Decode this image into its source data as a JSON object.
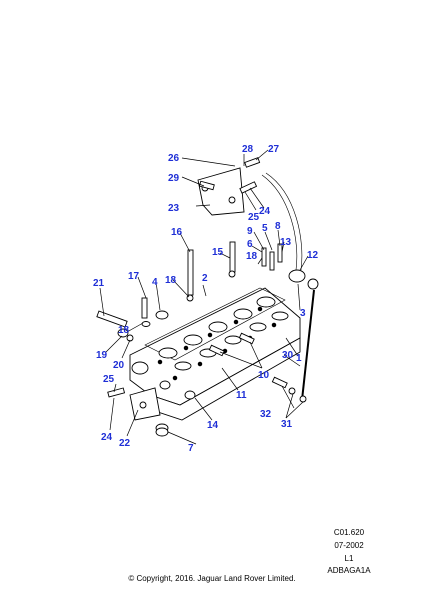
{
  "callouts": [
    "1",
    "2",
    "3",
    "4",
    "5",
    "6",
    "7",
    "8",
    "9",
    "10",
    "11",
    "12",
    "13",
    "14",
    "15",
    "16",
    "17",
    "18",
    "18",
    "18",
    "19",
    "20",
    "21",
    "22",
    "23",
    "24",
    "24",
    "25",
    "25",
    "26",
    "27",
    "28",
    "29",
    "30",
    "31",
    "32"
  ],
  "meta": {
    "ref": "C01.620",
    "date": "07-2002",
    "level": "L1",
    "code": "ADBAGA1A"
  },
  "copyright": "© Copyright, 2016. Jaguar Land Rover Limited."
}
